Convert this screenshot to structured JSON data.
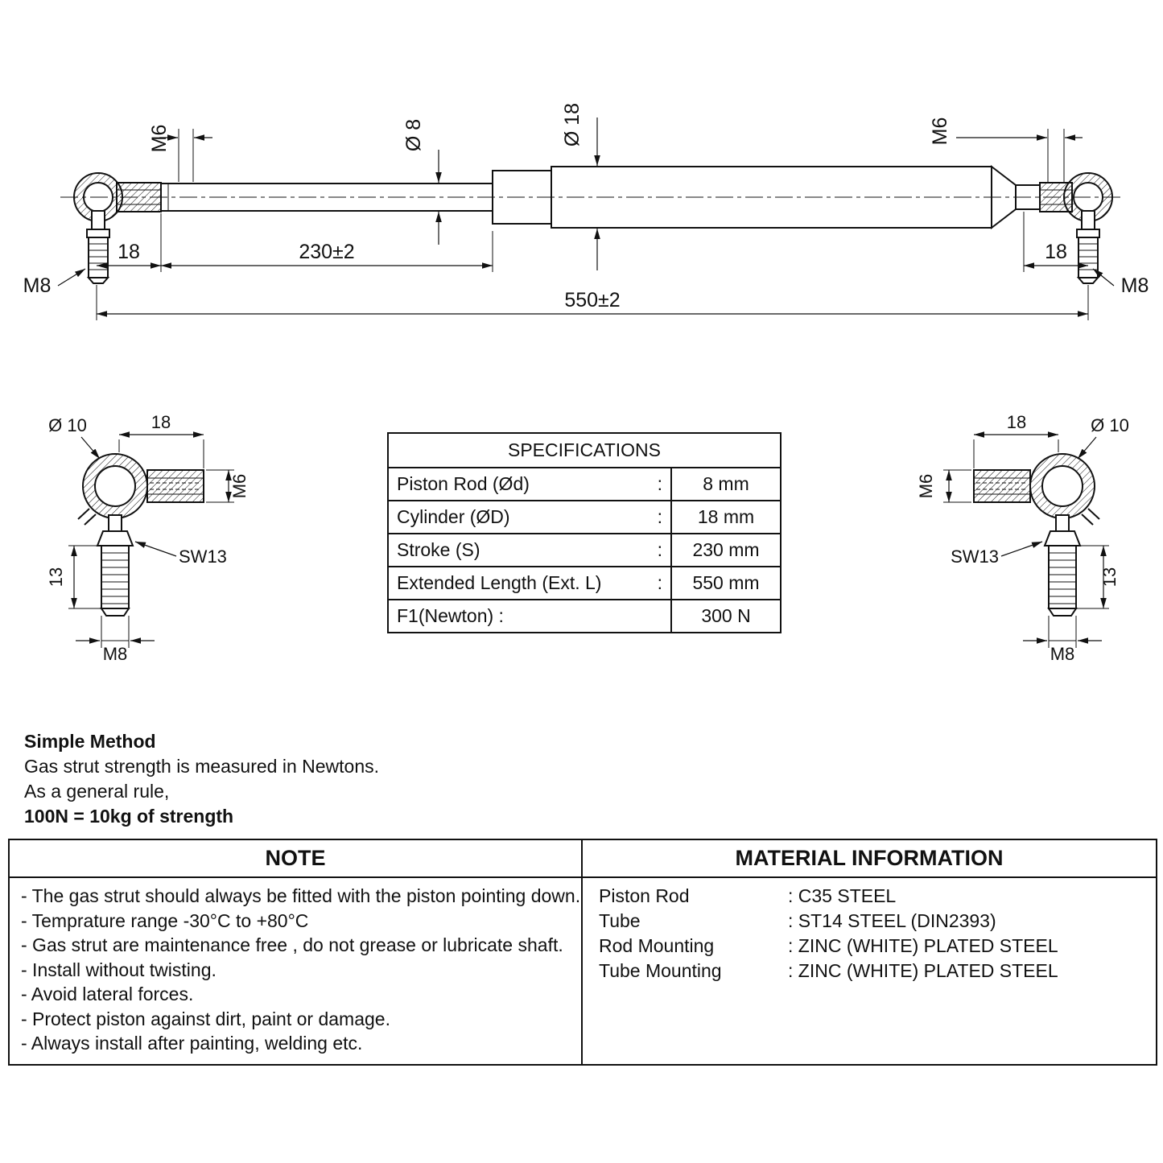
{
  "main_drawing": {
    "labels": {
      "m6_left": "M6",
      "dia_8": "Ø 8",
      "dia_18": "Ø 18",
      "m6_right": "M6",
      "left_18": "18",
      "stroke": "230±2",
      "right_18": "18",
      "overall": "550±2",
      "m8_left": "M8",
      "m8_right": "M8"
    }
  },
  "left_detail": {
    "labels": {
      "dia_10": "Ø 10",
      "top_18": "18",
      "m6": "M6",
      "sw13": "SW13",
      "dim_13": "13",
      "m8": "M8"
    }
  },
  "right_detail": {
    "labels": {
      "top_18": "18",
      "dia_10": "Ø 10",
      "m6": "M6",
      "sw13": "SW13",
      "dim_13": "13",
      "m8": "M8"
    }
  },
  "specifications": {
    "title": "SPECIFICATIONS",
    "rows": [
      {
        "label": "Piston Rod (Ød)",
        "colon": ":",
        "value": "8 mm"
      },
      {
        "label": "Cylinder (ØD)",
        "colon": ":",
        "value": "18 mm"
      },
      {
        "label": "Stroke (S)",
        "colon": ":",
        "value": "230 mm"
      },
      {
        "label": "Extended Length (Ext. L)",
        "colon": ":",
        "value": "550 mm"
      },
      {
        "label": "F1(Newton) :",
        "colon": "",
        "value": "300 N"
      }
    ]
  },
  "simple_method": {
    "title": "Simple Method",
    "line1": "Gas strut strength is measured in Newtons.",
    "line2": "As a general rule,",
    "line3": "100N = 10kg of strength"
  },
  "note_table": {
    "note_header": "NOTE",
    "material_header": "MATERIAL INFORMATION",
    "notes": [
      "- The gas strut should always be fitted with the piston pointing down.",
      "- Temprature range -30°C to +80°C",
      "- Gas strut are maintenance free , do not grease or lubricate shaft.",
      "- Install without twisting.",
      "- Avoid lateral forces.",
      "- Protect piston against dirt, paint or damage.",
      "- Always install after painting, welding etc."
    ],
    "materials": [
      {
        "label": "Piston Rod",
        "value": ": C35 STEEL"
      },
      {
        "label": "Tube",
        "value": ": ST14 STEEL (DIN2393)"
      },
      {
        "label": "Rod Mounting",
        "value": ": ZINC (WHITE) PLATED STEEL"
      },
      {
        "label": "Tube Mounting",
        "value": ": ZINC (WHITE) PLATED STEEL"
      }
    ]
  }
}
